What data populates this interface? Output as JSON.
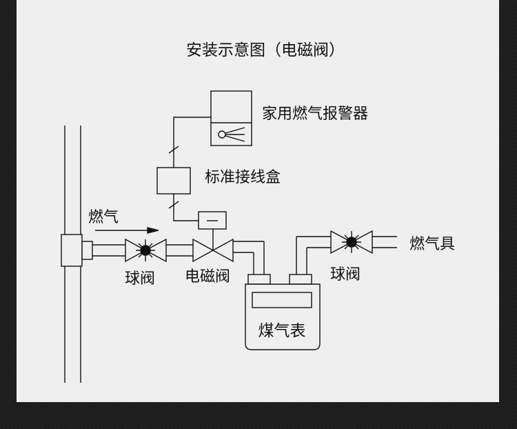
{
  "title": "安装示意图（电磁阀）",
  "labels": {
    "alarm": "家用燃气报警器",
    "junction_box": "标准接线盒",
    "gas_in": "燃气",
    "ball_valve_left": "球阀",
    "solenoid_valve": "电磁阀",
    "ball_valve_right": "球阀",
    "gas_appliance": "燃气具",
    "gas_meter": "煤气表"
  },
  "colors": {
    "line": "#111111",
    "panel": "#efefef",
    "background": "#1f1f1f"
  }
}
